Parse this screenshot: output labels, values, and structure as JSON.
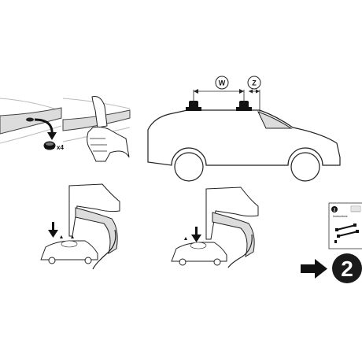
{
  "labels": {
    "quantity": "x4",
    "dim_w": "W",
    "dim_z": "Z",
    "booklet_number": "2",
    "booklet_title": "Instructions",
    "next_step_number": "2"
  },
  "colors": {
    "line": "#1a1a1a",
    "body_fill": "#ffffff",
    "roof_shading": "#dcdcdc",
    "step_badge": "#1a1a1a",
    "step_badge_text": "#ffffff"
  }
}
